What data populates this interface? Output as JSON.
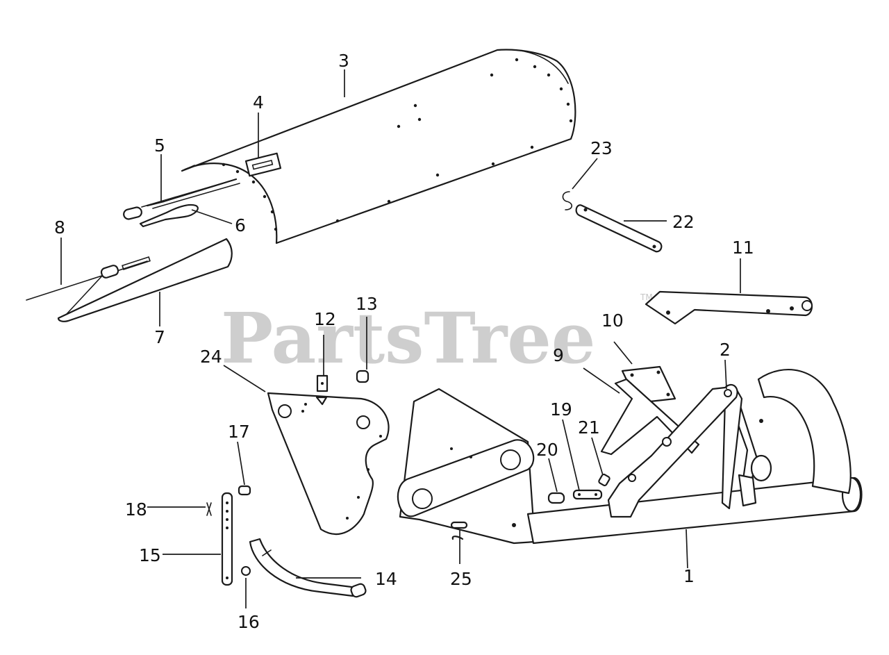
{
  "watermark": {
    "text": "PartsTree",
    "trademark": "TM"
  },
  "callouts": [
    "1",
    "2",
    "3",
    "4",
    "5",
    "6",
    "7",
    "8",
    "9",
    "10",
    "11",
    "12",
    "13",
    "14",
    "15",
    "16",
    "17",
    "18",
    "19",
    "20",
    "21",
    "22",
    "23",
    "24",
    "25"
  ],
  "colors": {
    "ink": "#1a1a1a",
    "watermark": "#c6c6c6",
    "background": "#ffffff"
  }
}
